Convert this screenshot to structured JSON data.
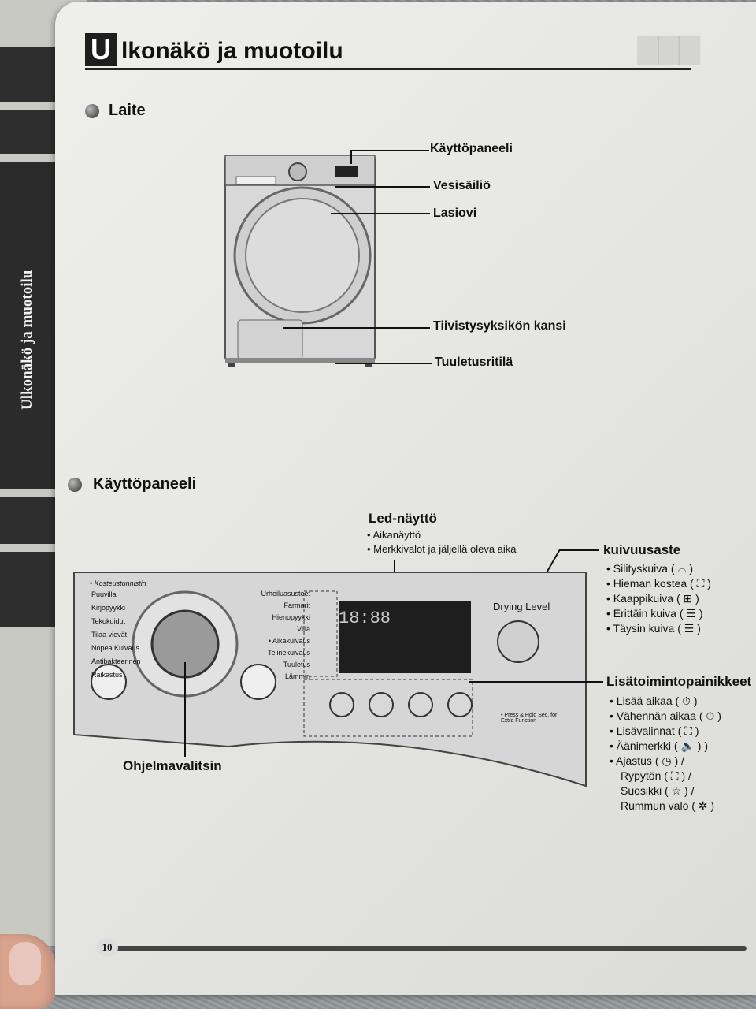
{
  "sidebar": {
    "tab_label": "Ulkonäkö ja muotoilu"
  },
  "header": {
    "title_initial": "U",
    "title_rest": "lkonäkö ja muotoilu"
  },
  "section_device": {
    "title": "Laite",
    "labels": [
      "Käyttöpaneeli",
      "Vesisäiliö",
      "Lasiovi",
      "Tiivistysyksikön kansi",
      "Tuuletusritilä"
    ]
  },
  "section_panel": {
    "title": "Käyttöpaneeli",
    "led": {
      "title": "Led-näyttö",
      "items": [
        "• Aikanäyttö",
        "• Merkkivalot ja jäljellä oleva aika"
      ],
      "display": "18:88"
    },
    "dryness": {
      "title": "kuivuusaste",
      "items": [
        "• Silityskuiva ( ⌓ )",
        "• Hieman kostea ( ⛶ )",
        "• Kaappikuiva ( ⊞ )",
        "• Erittäin kuiva ( ☰ )",
        "• Täysin kuiva ( ☰ )"
      ],
      "knob_label": "Drying Level"
    },
    "extra": {
      "title": "Lisätoimintopainikkeet",
      "items": [
        "• Lisää aikaa ( ⏱ )",
        "• Vähennän aikaa ( ⏱ )",
        "• Lisävalinnat ( ⛶ )",
        "• Äänimerkki ( 🔈 ) )",
        "• Ajastus ( ◷ ) /",
        "Rypytön ( ⛶ ) /",
        "Suosikki ( ☆ ) /",
        "Rummun valo ( ✲ )"
      ]
    },
    "program_selector": "Ohjelmavalitsin",
    "panel_header": "• Kosteustunnistin",
    "programs_left": [
      "Puuvilla",
      "Kirjopyykki",
      "Tekokuidut",
      "Tilaa vievät",
      "Nopea Kuivaus",
      "Antibakteerinen",
      "Raikastus"
    ],
    "programs_right": [
      "Urheiluasusteet",
      "Farmarit",
      "Hienopyykki",
      "Villa",
      "• Aikakuivaus",
      "Telinekuivaus",
      "Tuuletus",
      "Lämmin"
    ],
    "button_note": "• Press & Hold Sec. for Extra Function"
  },
  "footer": {
    "page_number": "10"
  }
}
